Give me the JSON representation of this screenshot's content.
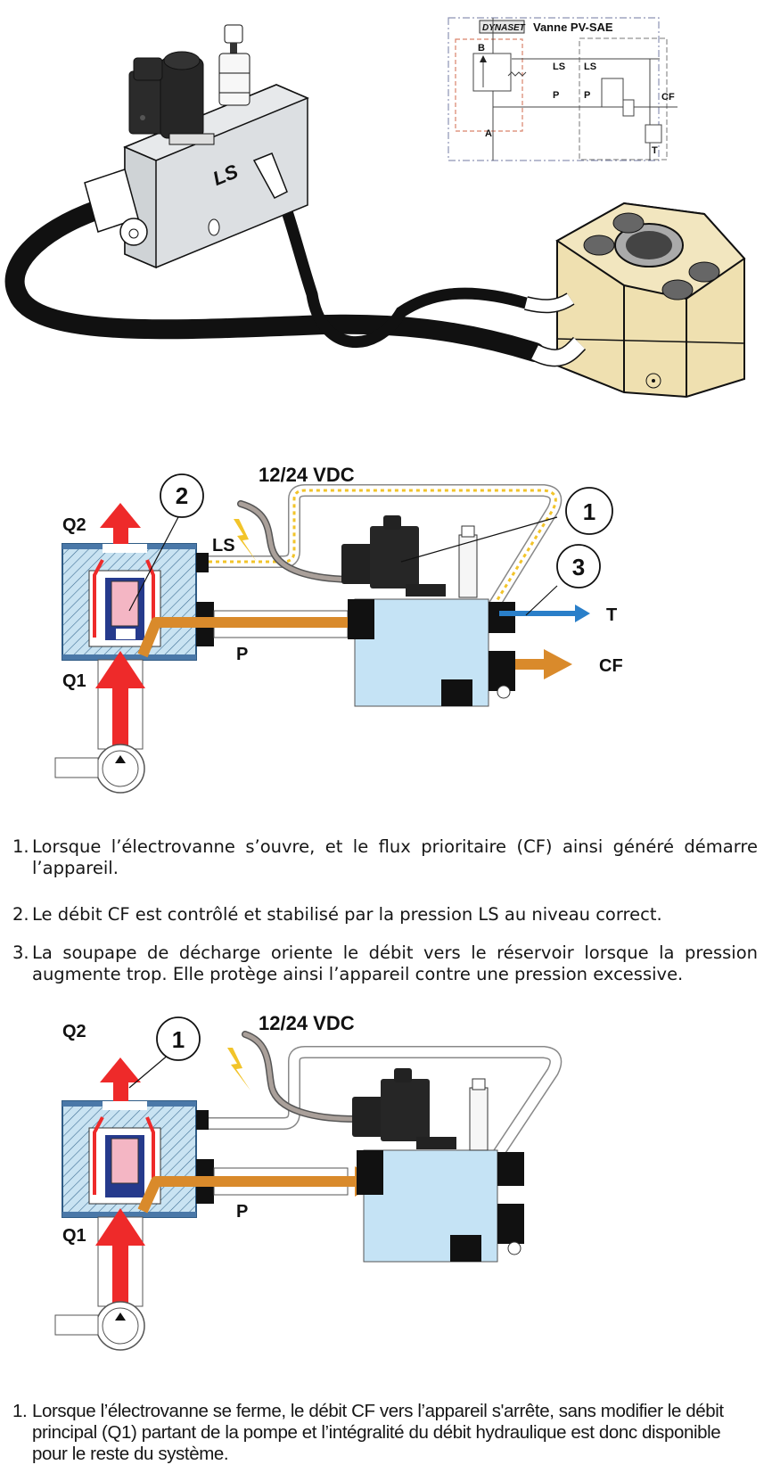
{
  "figure1": {
    "valve_block_label": "LS",
    "schematic": {
      "brand": "DYNASET",
      "title": "Vanne PV-SAE",
      "ports_left": [
        "B",
        "A"
      ],
      "ports_mid_left": [
        "LS",
        "P"
      ],
      "ports_mid_right": [
        "LS",
        "P"
      ],
      "port_cf": "CF",
      "port_t": "T"
    }
  },
  "figure2": {
    "voltage": "12/24 VDC",
    "labels": {
      "q2": "Q2",
      "q1": "Q1",
      "ls": "LS",
      "p": "P",
      "t": "T",
      "cf": "CF"
    },
    "callouts": [
      "1",
      "2",
      "3"
    ]
  },
  "list1": [
    {
      "num": "1.",
      "text": "Lorsque l’électrovanne s’ouvre, et le flux prioritaire (CF) ainsi généré démarre l’appareil."
    },
    {
      "num": "2.",
      "text": "Le débit CF est contrôlé et stabilisé par la pression LS au niveau correct."
    },
    {
      "num": "3.",
      "text": "La soupape de décharge oriente le débit vers le réservoir lorsque la pression augmente trop. Elle protège ainsi l’appareil contre une pression excessive."
    }
  ],
  "figure3": {
    "voltage": "12/24 VDC",
    "labels": {
      "q2": "Q2",
      "q1": "Q1",
      "p": "P"
    },
    "callouts": [
      "1"
    ]
  },
  "list2": [
    {
      "num": "1.",
      "text": "Lorsque l’électrovanne se ferme, le débit CF vers l’appareil s'arrête, sans modifier le débit principal (Q1) partant de la pompe et l’intégralité du débit hydraulique est donc disponible pour le reste du système."
    }
  ],
  "colors": {
    "flow_red": "#ee2a2a",
    "flow_orange": "#d98a2b",
    "tank_blue": "#2a7fc9",
    "block_blue": "#c5e3f5",
    "signal_yellow": "#f2c42a",
    "motor_yellow": "#efe0b0"
  }
}
